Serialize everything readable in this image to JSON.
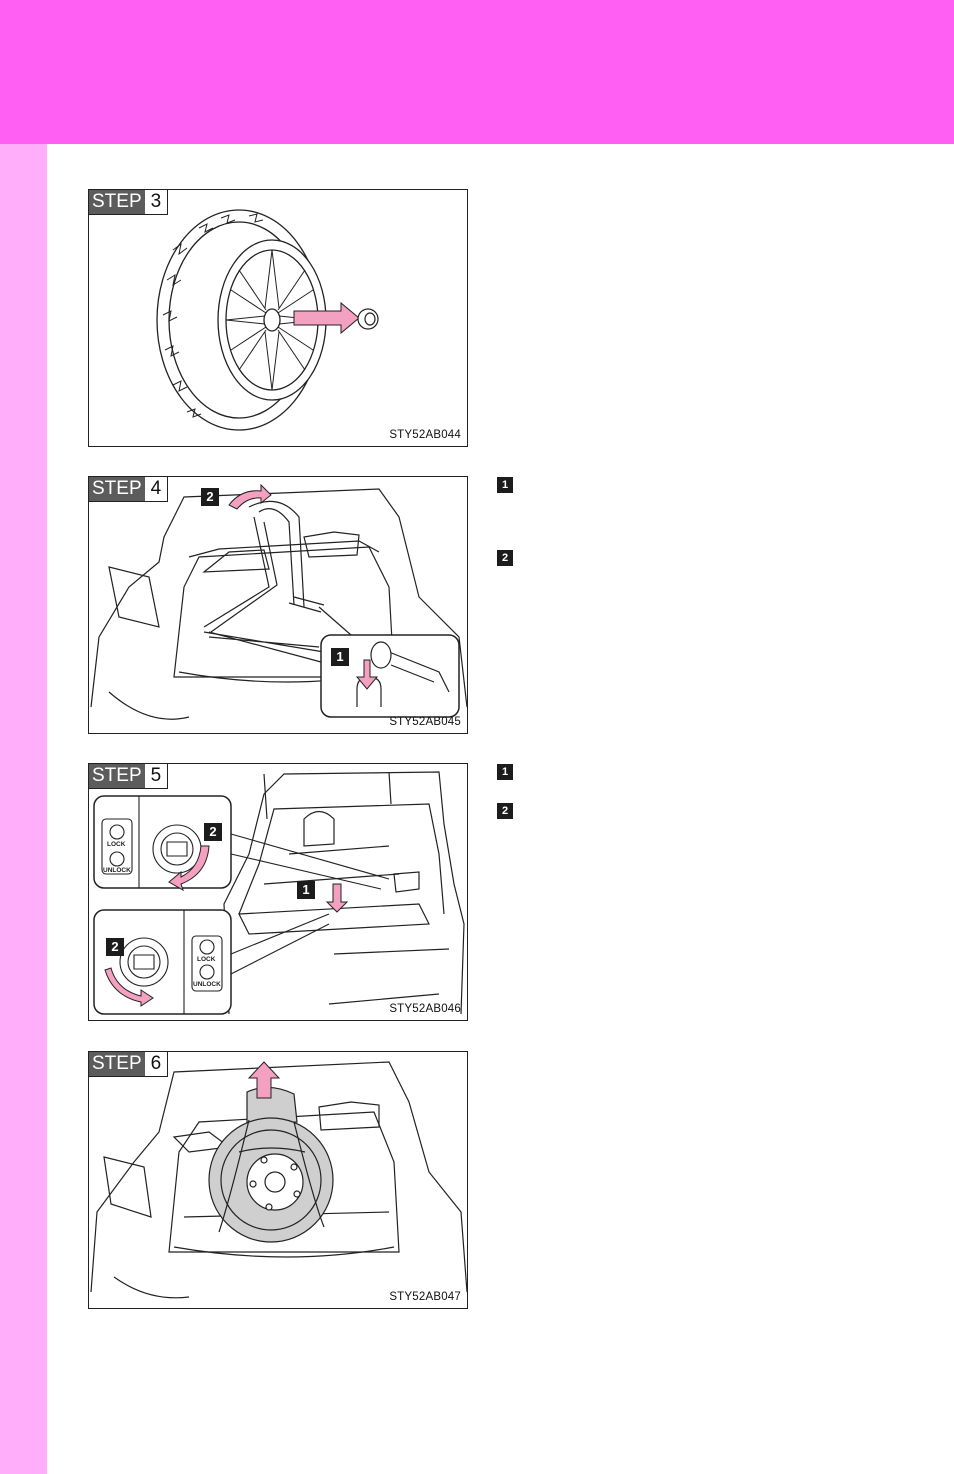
{
  "figures": [
    {
      "step_word": "STEP",
      "step_number": "3",
      "code": "STY52AB044"
    },
    {
      "step_word": "STEP",
      "step_number": "4",
      "code": "STY52AB045",
      "badges": [
        "1",
        "2"
      ]
    },
    {
      "step_word": "STEP",
      "step_number": "5",
      "code": "STY52AB046",
      "badges": [
        "1",
        "2",
        "2"
      ],
      "lock_label": "LOCK",
      "unlock_label": "UNLOCK"
    },
    {
      "step_word": "STEP",
      "step_number": "6",
      "code": "STY52AB047"
    }
  ],
  "side_markers": {
    "step4": [
      "1",
      "2"
    ],
    "step5": [
      "1",
      "2"
    ]
  },
  "colors": {
    "header": "#ff5ff2",
    "side_band": "#ffaefa",
    "arrow": "#f4a0c0"
  }
}
